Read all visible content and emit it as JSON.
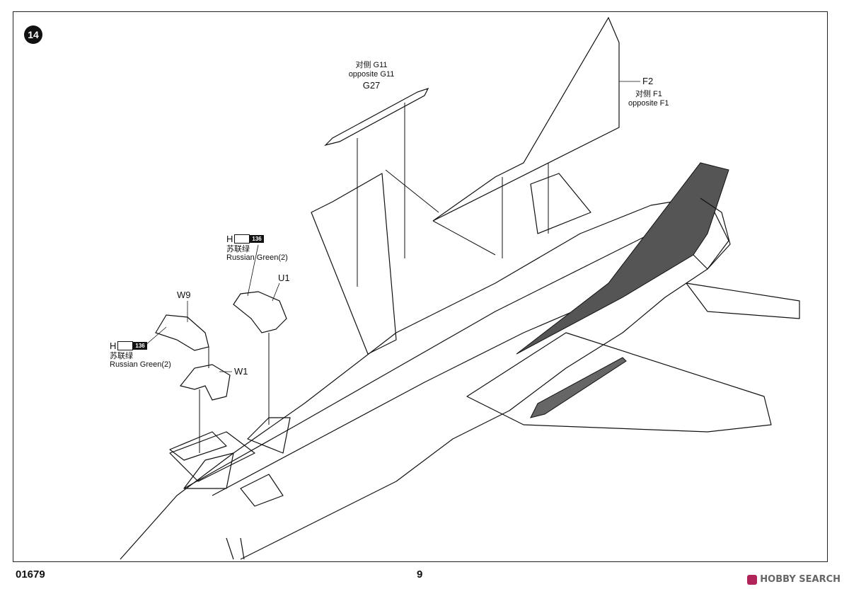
{
  "step": {
    "number": "14"
  },
  "parts": {
    "g27": {
      "label": "G27",
      "note_cn": "对侧 G11",
      "note_en": "opposite G11"
    },
    "f2": {
      "label": "F2",
      "note_cn": "对侧 F1",
      "note_en": "opposite F1"
    },
    "u1": {
      "label": "U1"
    },
    "w9": {
      "label": "W9"
    },
    "w1": {
      "label": "W1"
    }
  },
  "paint_callouts": [
    {
      "letter": "H",
      "code": "136",
      "name_cn": "苏联绿",
      "name_en": "Russian Green(2)"
    },
    {
      "letter": "H",
      "code": "136",
      "name_cn": "苏联绿",
      "name_en": "Russian Green(2)"
    }
  ],
  "footer": {
    "kit_number": "01679",
    "page_number": "9"
  },
  "watermark": {
    "text": "HOBBY SEARCH",
    "logo_icon": "hobby-search-logo-icon"
  },
  "colors": {
    "ink": "#111111",
    "tail_fill": "#555555",
    "watermark": "#b0245a"
  }
}
